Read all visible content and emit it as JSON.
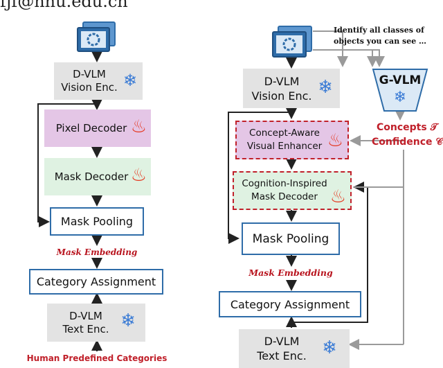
{
  "header_fragment": "fjf@nnu.edu.cn",
  "left": {
    "vision_encoder": "D-VLM\nVision Enc.",
    "pixel_decoder": "Pixel Decoder",
    "mask_decoder": "Mask Decoder",
    "mask_pooling": "Mask Pooling",
    "mask_embedding": "Mask Embedding",
    "category_assignment": "Category Assignment",
    "text_encoder": "D-VLM\nText Enc.",
    "predefined": "Human Predefined Categories"
  },
  "right": {
    "prompt": "Identify all classes of\nobjects you can see …",
    "gvlm": "G-VLM",
    "concepts": "Concepts 𝒯",
    "confidence": "Confidence 𝒞",
    "vision_encoder": "D-VLM\nVision Enc.",
    "concept_enhancer": "Concept-Aware\nVisual Enhancer",
    "cognition_decoder": "Cognition-Inspired\nMask Decoder",
    "mask_pooling": "Mask Pooling",
    "mask_embedding": "Mask Embedding",
    "category_assignment": "Category Assignment",
    "text_encoder": "D-VLM\nText Enc."
  },
  "colors": {
    "blue": "#2e6ca8",
    "red": "#c0202a",
    "pink": "#e8c8e8",
    "green": "#dff2e2",
    "gray": "#e3e3e3",
    "line": "#222222",
    "gray_line": "#9a9a9a"
  },
  "icons": [
    "image-icon",
    "snowflake-icon",
    "fire-icon"
  ]
}
